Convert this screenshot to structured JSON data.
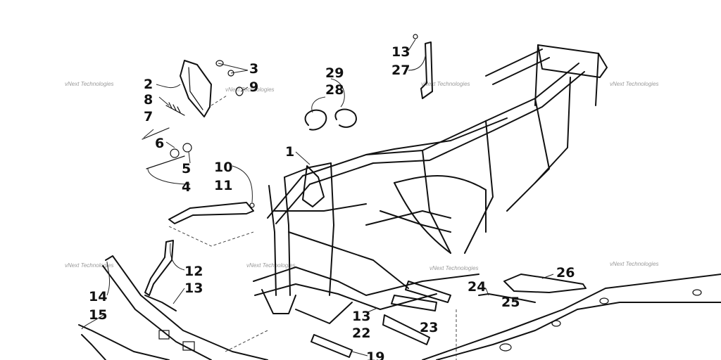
{
  "watermark": "vNext Technologies",
  "callouts": [
    {
      "id": "c1",
      "label": "1"
    },
    {
      "id": "c2",
      "label": "2"
    },
    {
      "id": "c3",
      "label": "3"
    },
    {
      "id": "c4",
      "label": "4"
    },
    {
      "id": "c5",
      "label": "5"
    },
    {
      "id": "c6",
      "label": "6"
    },
    {
      "id": "c7",
      "label": "7"
    },
    {
      "id": "c8",
      "label": "8"
    },
    {
      "id": "c9",
      "label": "9"
    },
    {
      "id": "c10",
      "label": "10"
    },
    {
      "id": "c11",
      "label": "11"
    },
    {
      "id": "c12",
      "label": "12"
    },
    {
      "id": "c13a",
      "label": "13"
    },
    {
      "id": "c13b",
      "label": "13"
    },
    {
      "id": "c13c",
      "label": "13"
    },
    {
      "id": "c14",
      "label": "14"
    },
    {
      "id": "c15",
      "label": "15"
    },
    {
      "id": "c19",
      "label": "19"
    },
    {
      "id": "c22",
      "label": "22"
    },
    {
      "id": "c23",
      "label": "23"
    },
    {
      "id": "c24",
      "label": "24"
    },
    {
      "id": "c25",
      "label": "25"
    },
    {
      "id": "c26",
      "label": "26"
    },
    {
      "id": "c27",
      "label": "27"
    },
    {
      "id": "c28",
      "label": "28"
    },
    {
      "id": "c29",
      "label": "29"
    }
  ]
}
